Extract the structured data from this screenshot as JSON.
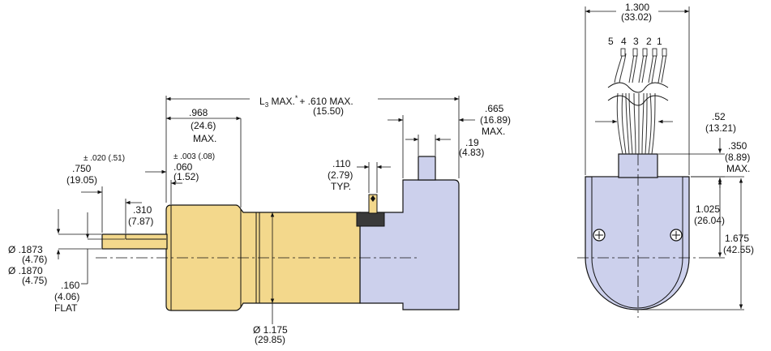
{
  "colors": {
    "motor_body": "#f3d88c",
    "encoder_body": "#ccd0ec",
    "outline": "#111111",
    "connector": "#3a3a3a"
  },
  "side_view": {
    "length_label_main": "L",
    "length_label_sub": "3",
    "length_label_rest": " MAX.",
    "length_label_asterisk": "*",
    "length_label_add": "+ .610 MAX.",
    "length_label_metric": "(15.50)",
    "gearhead_len": ".968",
    "gearhead_len_mm": "(24.6)",
    "gearhead_len_note": "MAX.",
    "flange_tol": "± .003 (.08)",
    "flange": ".060",
    "flange_mm": "(1.52)",
    "shaft_len_tol": "± .020 (.51)",
    "shaft_len": ".750",
    "shaft_len_mm": "(19.05)",
    "flat_len": ".310",
    "flat_len_mm": "(7.87)",
    "shaft_dia_max": "Ø .1873",
    "shaft_dia_max_mm": "(4.76)",
    "shaft_dia_min": "Ø .1870",
    "shaft_dia_min_mm": "(4.75)",
    "flat": ".160",
    "flat_mm": "(4.06)",
    "flat_note": "FLAT",
    "body_dia": "Ø 1.175",
    "body_dia_mm": "(29.85)",
    "term_width": ".110",
    "term_width_mm": "(2.79)",
    "term_note": "TYP.",
    "enc_overhang": ".665",
    "enc_overhang_mm": "(16.89)",
    "enc_overhang_note": "MAX.",
    "boss": ".19",
    "boss_mm": "(4.83)"
  },
  "end_view": {
    "width": "1.300",
    "width_mm": "(33.02)",
    "wires": [
      "5",
      "4",
      "3",
      "2",
      "1"
    ],
    "wire_spread": ".52",
    "wire_spread_mm": "(13.21)",
    "grommet": ".350",
    "grommet_mm": "(8.89)",
    "grommet_note": "MAX.",
    "center_height": "1.025",
    "center_height_mm": "(26.04)",
    "total_height": "1.675",
    "total_height_mm": "(42.55)"
  }
}
